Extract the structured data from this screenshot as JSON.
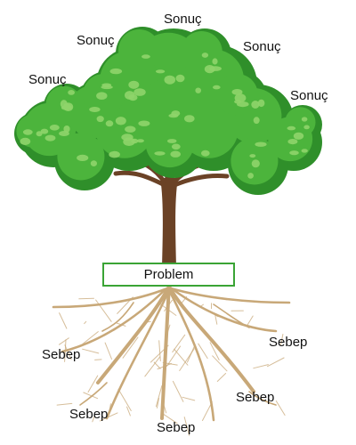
{
  "diagram": {
    "problem_label": "Problem",
    "result_labels": [
      "Sonuç",
      "Sonuç",
      "Sonuç",
      "Sonuç",
      "Sonuç"
    ],
    "cause_labels": [
      "Sebep",
      "Sebep",
      "Sebep",
      "Sebep",
      "Sebep"
    ]
  },
  "colors": {
    "box_border": "#3aa435",
    "foliage_dark": "#2f8f2a",
    "foliage_mid": "#4cb43c",
    "foliage_light": "#8fd46a",
    "trunk": "#6b4226",
    "roots": "#c8a878"
  }
}
